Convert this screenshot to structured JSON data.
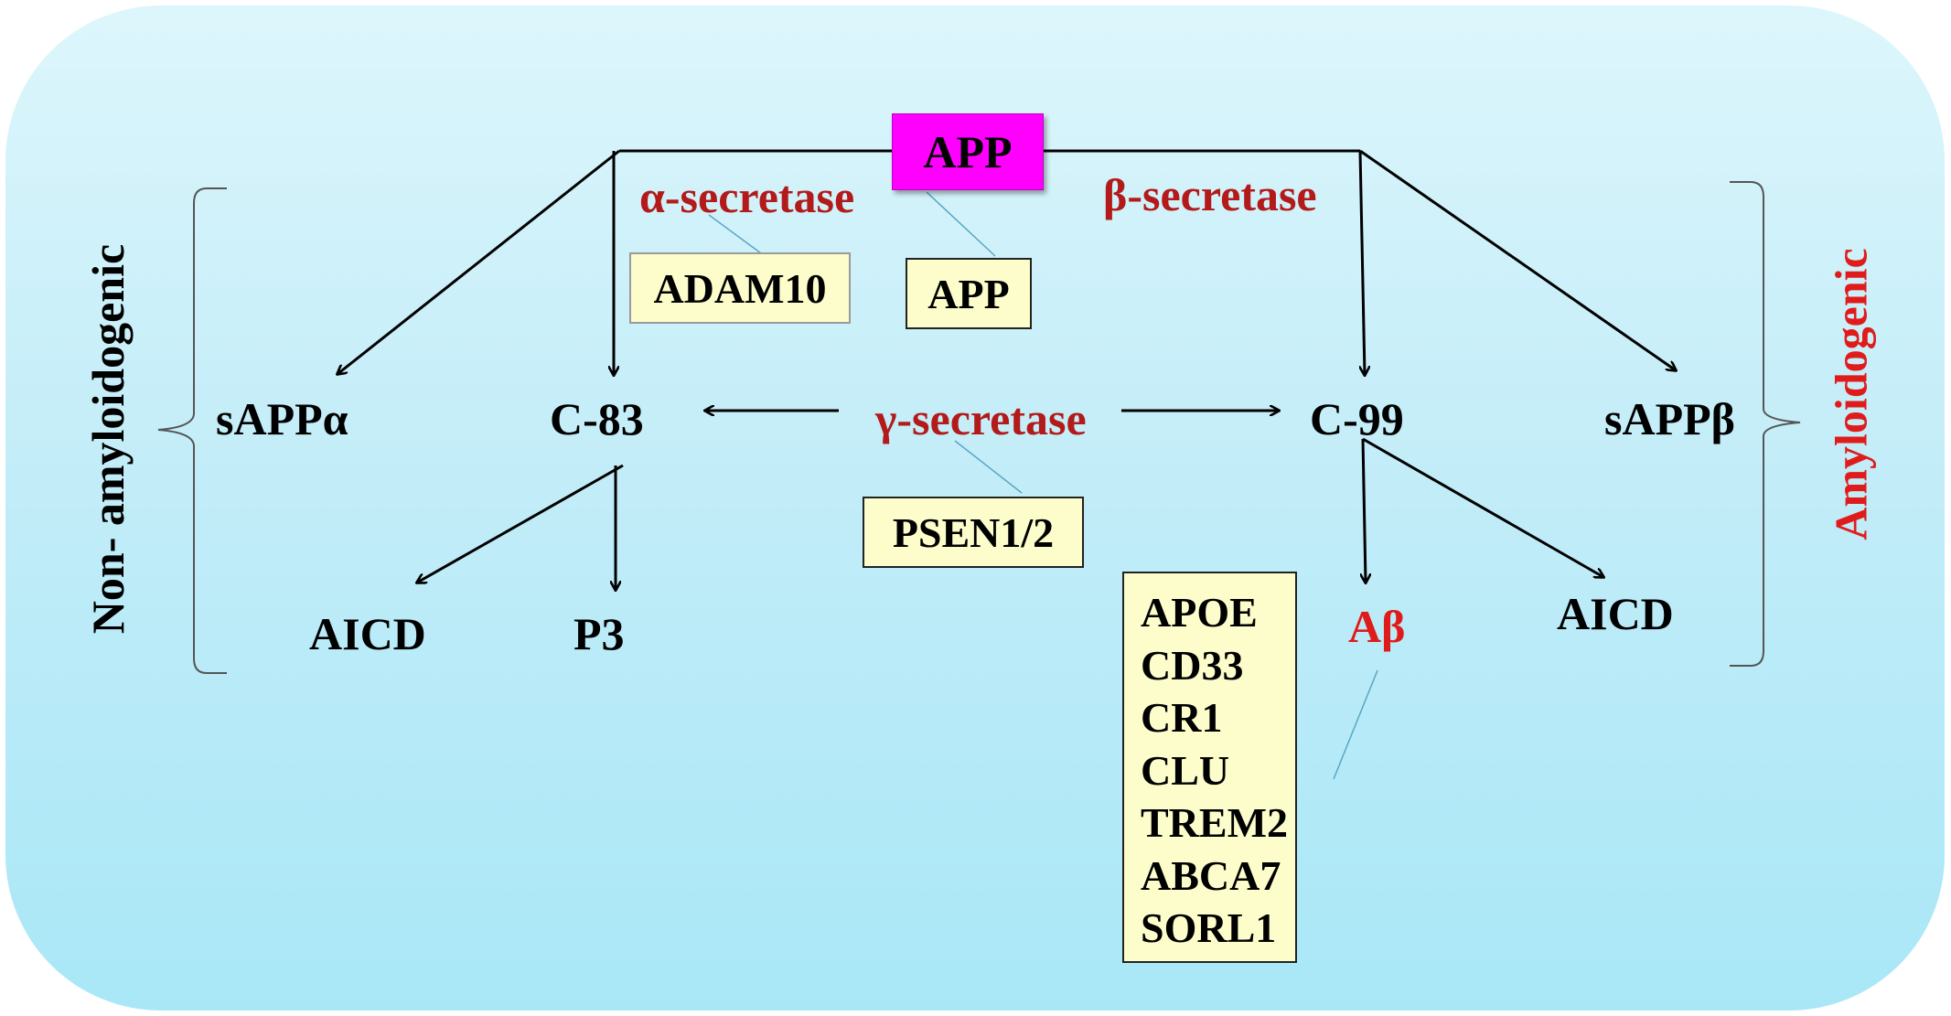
{
  "pathway": {
    "app_label": "APP",
    "alpha_secretase": "α-secretase",
    "beta_secretase": "β-secretase",
    "gamma_secretase": "γ-secretase",
    "sappa": "sAPPα",
    "sappb": "sAPPβ",
    "c83": "C-83",
    "c99": "C-99",
    "aicd_left": "AICD",
    "aicd_right": "AICD",
    "p3": "P3",
    "abeta": "Aβ"
  },
  "genes": {
    "alpha": "ADAM10",
    "app": "APP",
    "gamma": "PSEN1/2",
    "abeta_list": [
      "APOE",
      "CD33",
      "CR1",
      "CLU",
      "TREM2",
      "ABCA7",
      "SORL1"
    ]
  },
  "sides": {
    "left": "Non- amyloidogenic",
    "right": "Amyloidogenic"
  },
  "colors": {
    "enzyme": "#b31b1b",
    "abeta": "#e01b1b",
    "app_box": "#ff00ff",
    "gene_box": "#fdfdcc",
    "background_top": "#ddf6fc",
    "background_bottom": "#a9e7f7"
  }
}
